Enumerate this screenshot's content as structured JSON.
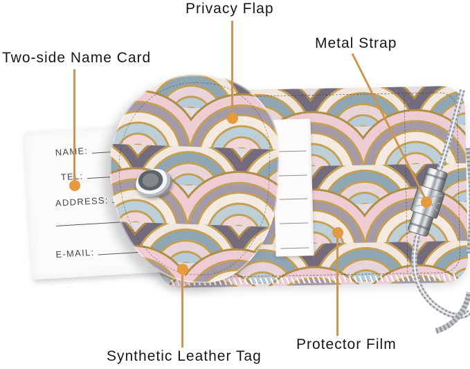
{
  "annotations": {
    "privacy_flap": "Privacy Flap",
    "metal_strap": "Metal Strap",
    "two_side_name_card": "Two-side Name Card",
    "synthetic_leather_tag": "Synthetic Leather Tag",
    "protector_film": "Protector Film",
    "line_color": "#cc964f",
    "dot_color": "#e49a3d",
    "label_color": "#161616"
  },
  "name_card": {
    "fields": [
      {
        "label": "NAME:"
      },
      {
        "label": "TEL:"
      },
      {
        "label": "ADDRESS:"
      },
      {
        "label": ""
      },
      {
        "label": "E-MAIL:"
      }
    ]
  },
  "tag": {
    "palette": {
      "blush_pink": "#f0d6d9",
      "pale_blue": "#b7cbd8",
      "gold": "#c3a052",
      "grey_mauve": "#a59aa8",
      "cream": "#f4eae2",
      "slate_blue": "#8fa6b5",
      "card_white": "#fcfbf9",
      "metal_silver": "#c6c9cc"
    }
  }
}
